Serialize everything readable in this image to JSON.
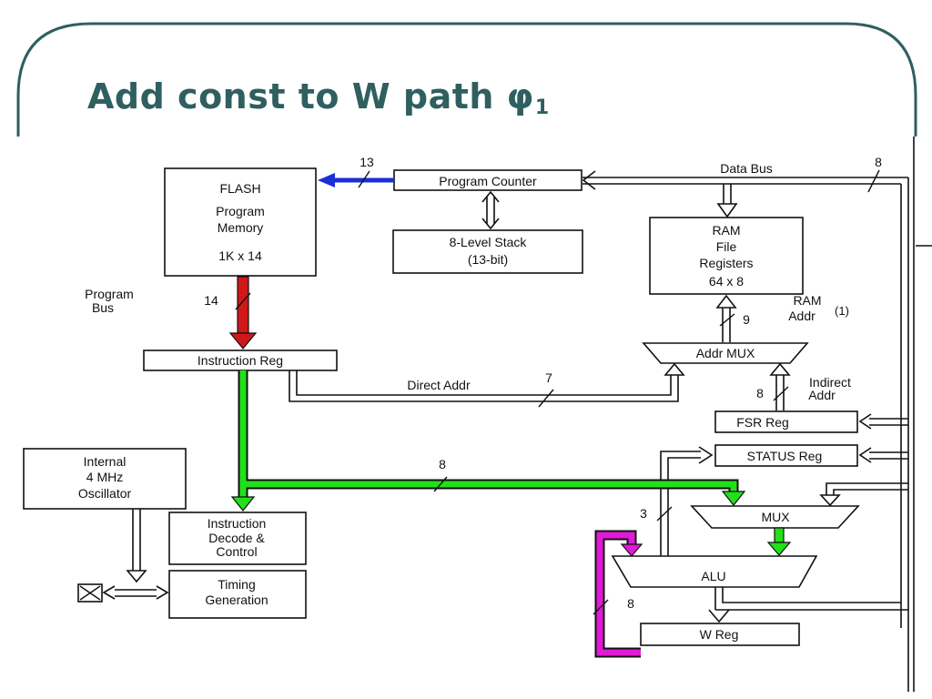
{
  "slide": {
    "title": "Add const to W path φ",
    "title_subscript": "1",
    "frame_color": "#2f5f60"
  },
  "blocks": {
    "flash": [
      "FLASH",
      "Program",
      "Memory",
      "1K x 14"
    ],
    "program_counter": "Program Counter",
    "stack": [
      "8-Level Stack",
      "(13-bit)"
    ],
    "ram": [
      "RAM",
      "File",
      "Registers",
      "64 x 8"
    ],
    "instruction_reg": "Instruction Reg",
    "addr_mux": "Addr MUX",
    "fsr_reg": "FSR Reg",
    "status_reg": "STATUS Reg",
    "mux": "MUX",
    "alu": "ALU",
    "w_reg": "W Reg",
    "oscillator": [
      "Internal",
      "4 MHz",
      "Oscillator"
    ],
    "decode": [
      "Instruction",
      "Decode &",
      "Control"
    ],
    "timing": [
      "Timing",
      "Generation"
    ]
  },
  "labels": {
    "data_bus": "Data Bus",
    "program_bus": [
      "Program",
      "Bus"
    ],
    "direct_addr": "Direct Addr",
    "ram_addr": [
      "RAM",
      "Addr"
    ],
    "ram_addr_note": "(1)",
    "indirect_addr": [
      "Indirect",
      "Addr"
    ]
  },
  "bus_widths": {
    "pc_to_flash": "13",
    "data_bus": "8",
    "program_bus": "14",
    "ram_addr": "9",
    "direct_addr": "7",
    "indirect_addr": "8",
    "ir_to_mux": "8",
    "alu_status": "3",
    "w_feedback": "8"
  },
  "path_colors": {
    "pc_flash": "#1a2fd6",
    "program_bus": "#d01818",
    "literal_path": "#22e01a",
    "w_feedback": "#e01ad6"
  }
}
